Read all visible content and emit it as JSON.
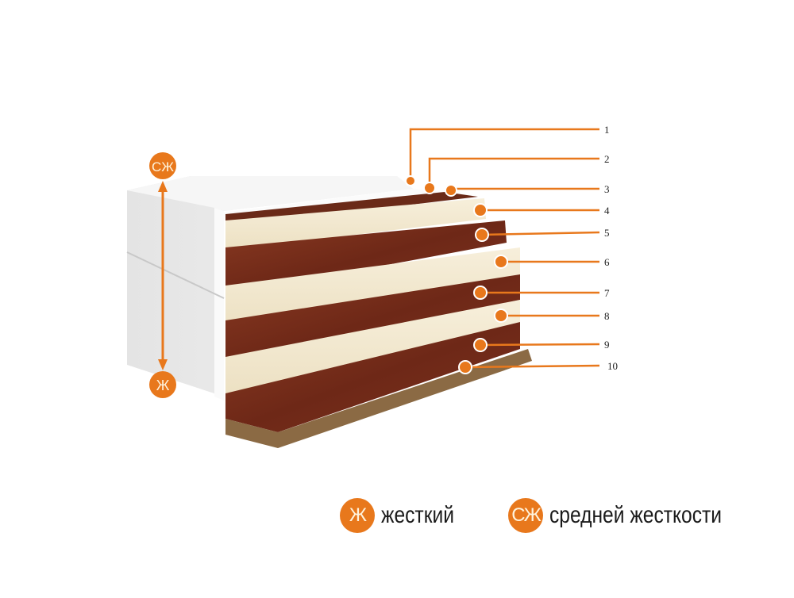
{
  "diagram": {
    "layer_labels": [
      "1",
      "2",
      "3",
      "4",
      "5",
      "6",
      "7",
      "8",
      "9",
      "10"
    ],
    "axis": {
      "top_badge": "СЖ",
      "bottom_badge": "Ж"
    },
    "legend": [
      {
        "badge": "Ж",
        "label": "жесткий"
      },
      {
        "badge": "СЖ",
        "label": "средней жесткости"
      }
    ],
    "colors": {
      "accent": "#e8781c",
      "cream": "#f3e8cf",
      "coir": "#7a2e1c",
      "cover": "#eeeeee"
    }
  }
}
